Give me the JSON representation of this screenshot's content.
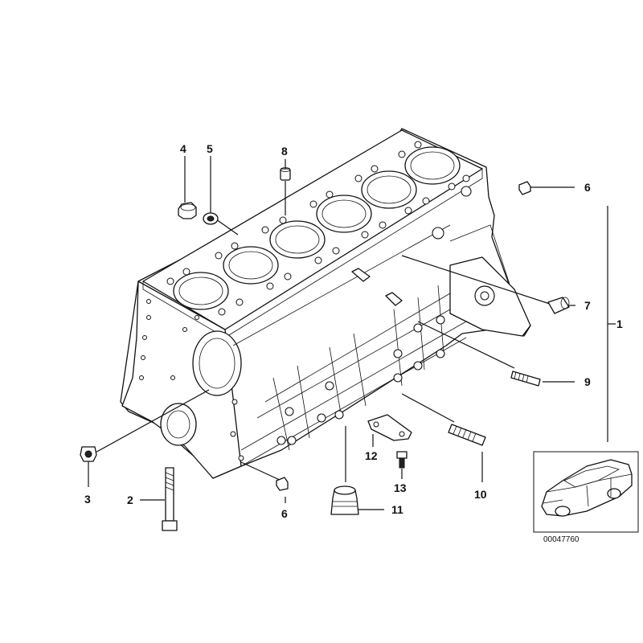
{
  "callouts": {
    "c1": "1",
    "c2": "2",
    "c3": "3",
    "c4": "4",
    "c5": "5",
    "c6a": "6",
    "c6b": "6",
    "c7": "7",
    "c8": "8",
    "c9": "9",
    "c10": "10",
    "c11": "11",
    "c12": "12",
    "c13": "13"
  },
  "thumbnail": {
    "number": "00047760"
  }
}
